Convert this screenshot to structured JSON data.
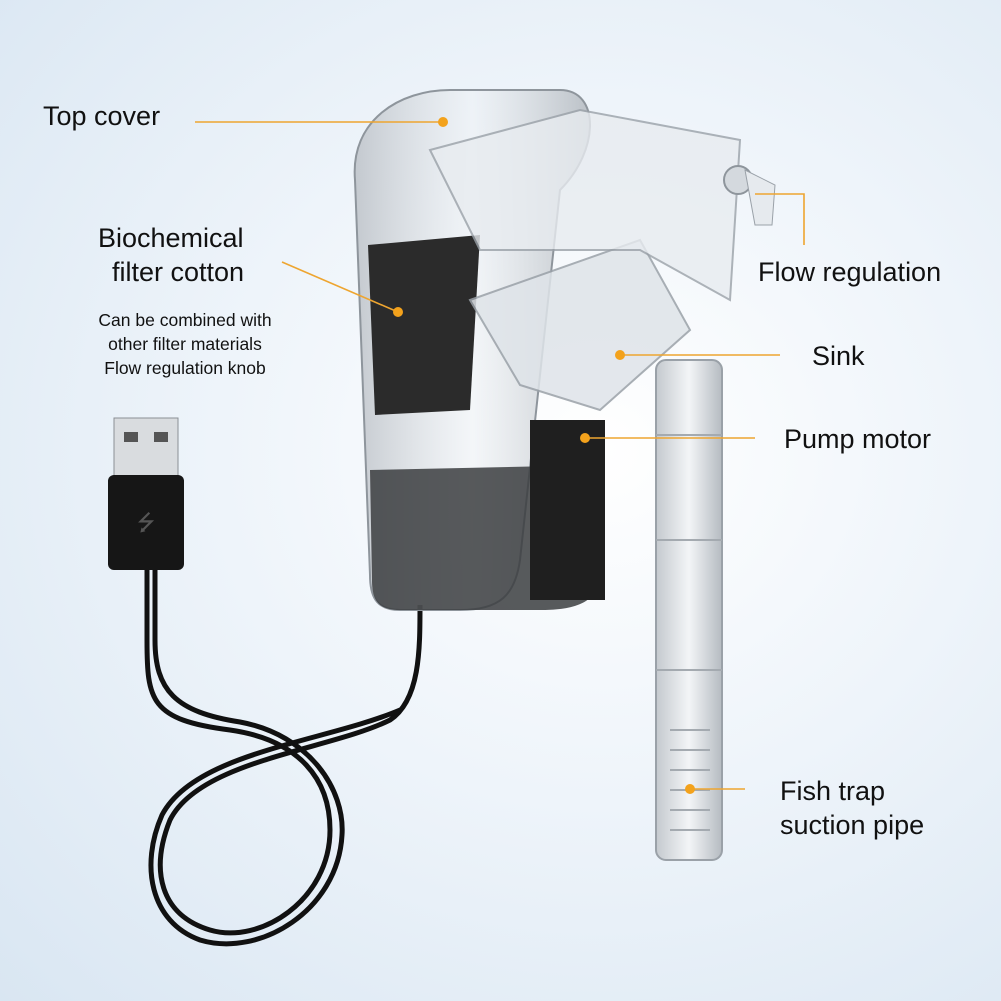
{
  "labels": {
    "top_cover": "Top cover",
    "biochemical_line1": "Biochemical",
    "biochemical_line2": "filter cotton",
    "biochemical_note1": "Can be combined with",
    "biochemical_note2": "other filter materials",
    "biochemical_note3": "Flow regulation knob",
    "flow_regulation": "Flow regulation",
    "sink": "Sink",
    "pump_motor": "Pump motor",
    "fish_trap_line1": "Fish trap",
    "fish_trap_line2": "suction pipe"
  },
  "colors": {
    "leader": "#eea530",
    "cable": "#111111"
  }
}
